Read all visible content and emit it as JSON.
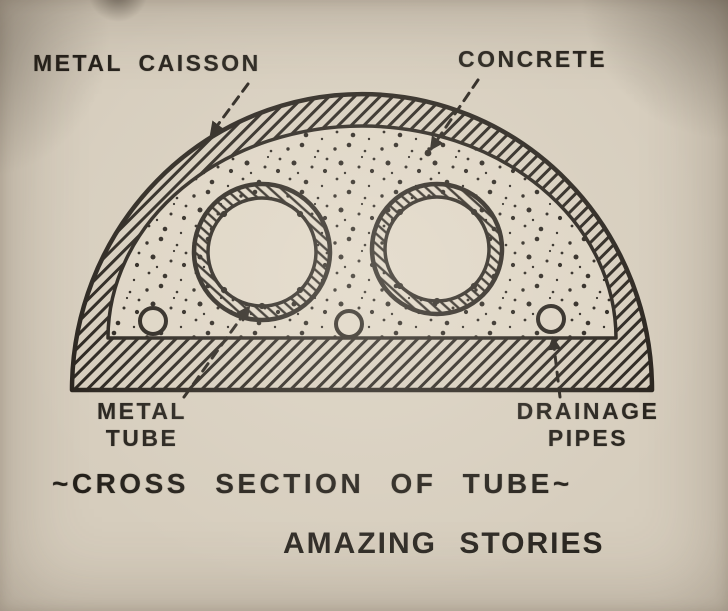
{
  "page": {
    "background_color": "#d6cdbd",
    "ink_color": "#24201a"
  },
  "figure": {
    "callouts": {
      "metal_caisson": "METAL CAISSON",
      "concrete": "CONCRETE",
      "metal_tube": {
        "line1": "METAL",
        "line2": "TUBE"
      },
      "drainage_pipes": {
        "line1": "DRAINAGE",
        "line2": "PIPES"
      }
    },
    "caption": "~CROSS SECTION OF TUBE~",
    "credit": "AMAZING STORIES"
  }
}
